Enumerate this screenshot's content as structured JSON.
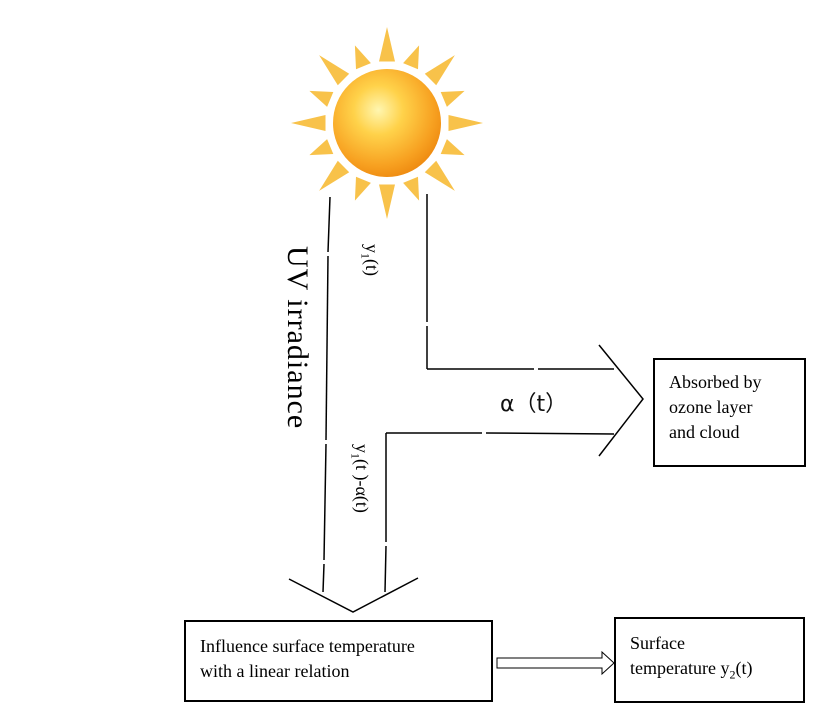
{
  "labels": {
    "uv": "UV irradiance",
    "y1_prefix": "y",
    "y1_sub": "1",
    "y1_suffix": "(t)",
    "diff_prefix": "y",
    "diff_sub": "1",
    "diff_suffix": "(t )-α(t)",
    "alpha": "α（t）"
  },
  "boxes": {
    "absorbed": [
      "Absorbed by",
      "ozone layer",
      "and cloud"
    ],
    "influence": [
      "Influence surface temperature",
      "with a linear relation"
    ],
    "surface_line1": "Surface",
    "surface_line2_prefix": "temperature y",
    "surface_line2_sub": "2",
    "surface_line2_suffix": "(t)"
  },
  "colors": {
    "sun_core": "#F7A020",
    "sun_highlight": "#FFF6B0",
    "sun_rays": "#F8C24A",
    "stroke": "#000000"
  }
}
